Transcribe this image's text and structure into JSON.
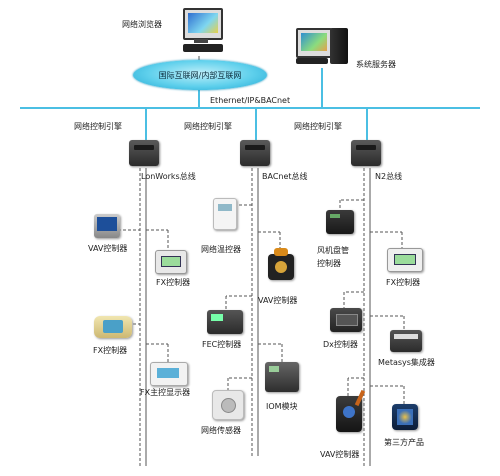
{
  "top": {
    "browser_label": "网络浏览器",
    "server_label": "系统服务器",
    "cloud_label": "国际互联网/内部互联网",
    "ethernet_label": "Ethernet/IP&BACnet"
  },
  "engines": [
    {
      "label": "网络控制引擎",
      "bus": "LonWorks总线"
    },
    {
      "label": "网络控制引擎",
      "bus": "BACnet总线"
    },
    {
      "label": "网络控制引擎",
      "bus": "N2总线"
    }
  ],
  "devices": {
    "lon_vav": "VAV控制器",
    "lon_fx": "FX控制器",
    "lon_fx2": "FX控制器",
    "lon_fx_display": "FX主控显示器",
    "bac_thermo": "网络温控器",
    "bac_vav": "VAV控制器",
    "bac_fec": "FEC控制器",
    "bac_iom": "IOM模块",
    "bac_sensor": "网络传感器",
    "n2_fancoil": "风机盘管\n控制器",
    "n2_fx": "FX控制器",
    "n2_dx": "Dx控制器",
    "n2_metasys": "Metasys集成器",
    "n2_vav": "VAV控制器",
    "n2_third": "第三方产品"
  },
  "colors": {
    "ethernet_line": "#4bbfe3",
    "bus_line": "#555555",
    "cloud": "#3ec3e8"
  }
}
